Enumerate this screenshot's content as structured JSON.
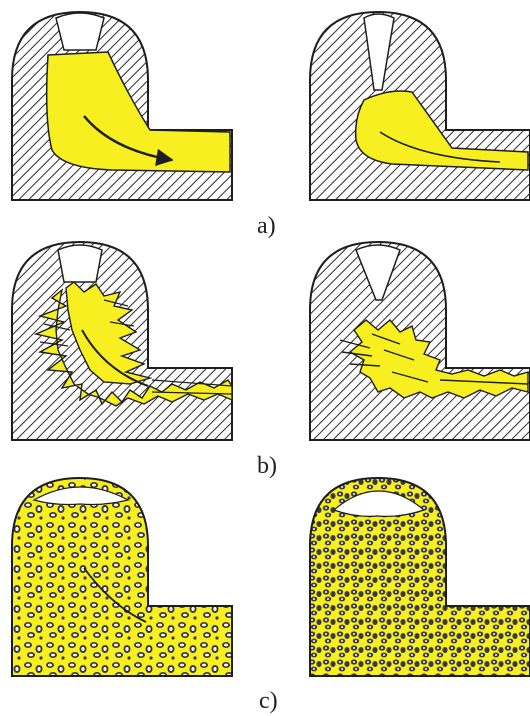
{
  "labels": {
    "a": "a)",
    "b": "b)",
    "c": "c)"
  },
  "colors": {
    "fill": "#f7ef1f",
    "metal": "#ffffff",
    "outline": "#1e1e1e",
    "hatch": "#2a2a2a",
    "dark": "#3a3a3a"
  },
  "rows": [
    {
      "id": "a",
      "label_key": "a",
      "pattern": "laminar",
      "left_gate": "wide",
      "right_gate": "narrow"
    },
    {
      "id": "b",
      "label_key": "b",
      "pattern": "turbulent",
      "left_gate": "wide",
      "right_gate": "narrow"
    },
    {
      "id": "c",
      "label_key": "c",
      "pattern": "dispersed",
      "left_gate": "wide",
      "right_gate": "narrow"
    }
  ]
}
